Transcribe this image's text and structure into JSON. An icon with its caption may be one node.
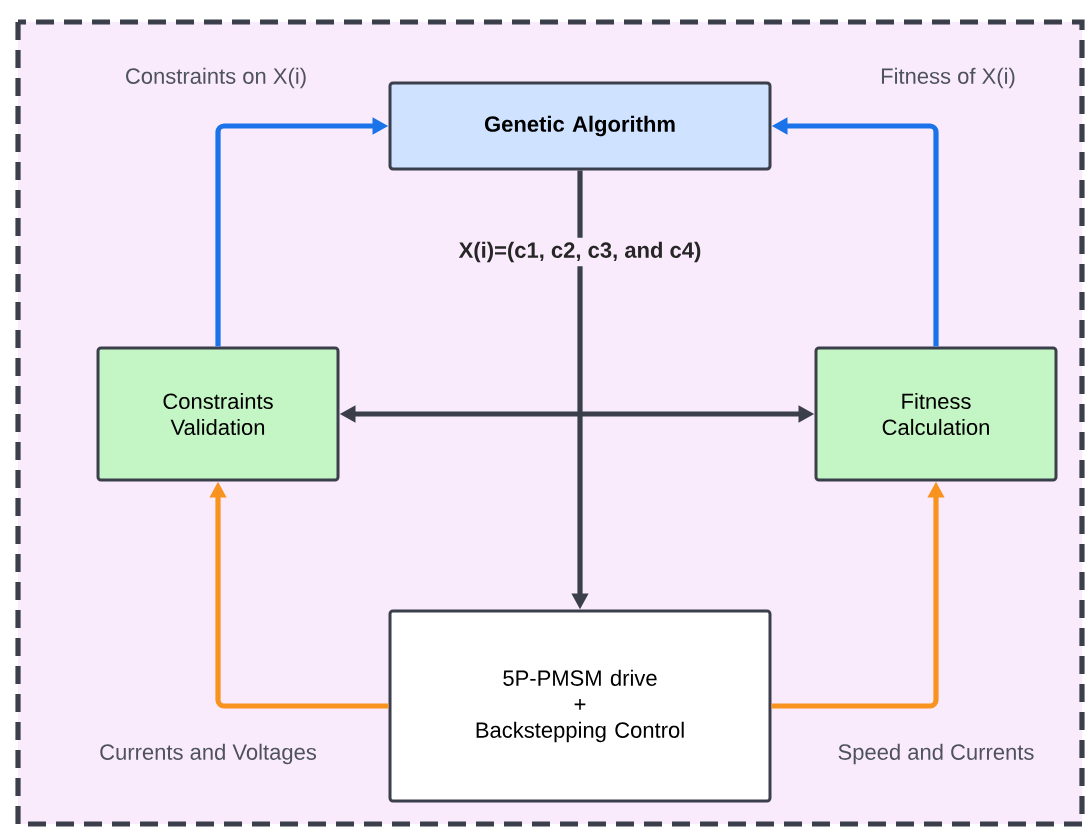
{
  "diagram": {
    "nodes": [
      {
        "text": [
          "Genetic Algorithm"
        ]
      },
      {
        "text": [
          "Constraints Validation"
        ]
      },
      {
        "text": [
          "Fitness Calculation"
        ]
      },
      {
        "text": [
          "5P-PMSM drive",
          "+",
          "Backstepping Control"
        ]
      }
    ],
    "edges": [
      {
        "from": 0,
        "to": 3,
        "arrow": "to",
        "label": "X(i)=(c1, c2, c3, and c4)"
      },
      {
        "from": 1,
        "to": 2,
        "arrow": "both"
      },
      {
        "from": 1,
        "to": 0,
        "arrow": "to",
        "label": "Constraints on X(i)",
        "color": "#1a73e8"
      },
      {
        "from": 2,
        "to": 0,
        "arrow": "to",
        "label": "Fitness of X(i)",
        "color": "#1a73e8"
      },
      {
        "from": 3,
        "to": 1,
        "arrow": "to",
        "label": "Currents and Voltages",
        "color": "#f7931e"
      },
      {
        "from": 3,
        "to": 2,
        "arrow": "to",
        "label": "Speed and Currents",
        "color": "#f7931e"
      }
    ]
  }
}
